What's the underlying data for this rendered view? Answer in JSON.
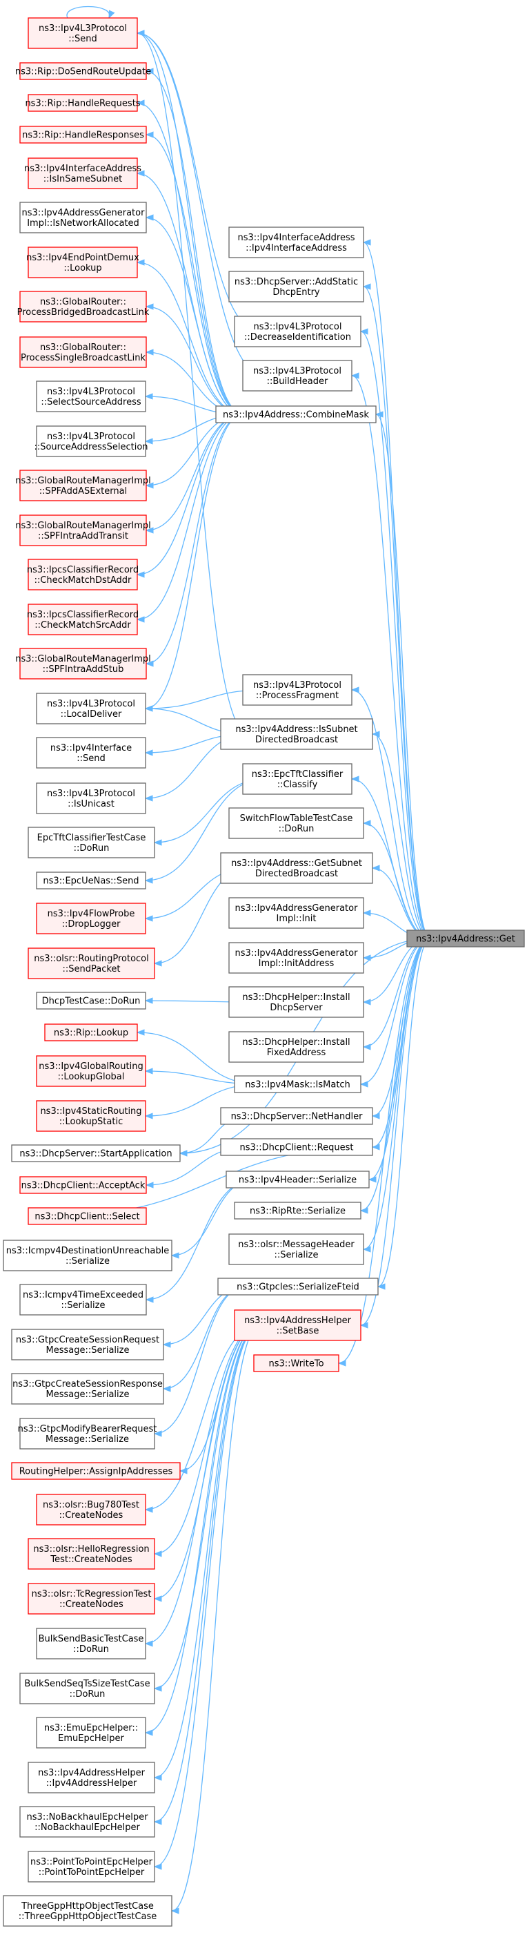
{
  "colors": {
    "edge": "#63b8ff",
    "node_border_normal": "#666666",
    "node_fill_normal": "#ffffff",
    "node_border_red": "#ff0000",
    "node_fill_red": "#fff0f0",
    "node_fill_target": "#999999",
    "node_border_target": "#666666"
  },
  "target": {
    "id": "get",
    "lines": [
      "ns3::Ipv4Address::Get"
    ]
  },
  "nodes": [
    {
      "id": "l3send",
      "lines": [
        "ns3::Ipv4L3Protocol",
        "::Send"
      ],
      "style": "red"
    },
    {
      "id": "ripupd",
      "lines": [
        "ns3::Rip::DoSendRouteUpdate"
      ],
      "style": "red"
    },
    {
      "id": "riphreq",
      "lines": [
        "ns3::Rip::HandleRequests"
      ],
      "style": "red"
    },
    {
      "id": "riphresp",
      "lines": [
        "ns3::Rip::HandleResponses"
      ],
      "style": "red"
    },
    {
      "id": "ifaddrsame",
      "lines": [
        "ns3::Ipv4InterfaceAddress",
        "::IsInSameSubnet"
      ],
      "style": "red"
    },
    {
      "id": "agnetalloc",
      "lines": [
        "ns3::Ipv4AddressGenerator",
        "Impl::IsNetworkAllocated"
      ],
      "style": "normal"
    },
    {
      "id": "epdemux",
      "lines": [
        "ns3::Ipv4EndPointDemux",
        "::Lookup"
      ],
      "style": "red"
    },
    {
      "id": "grbridged",
      "lines": [
        "ns3::GlobalRouter::",
        "ProcessBridgedBroadcastLink"
      ],
      "style": "red"
    },
    {
      "id": "grsingle",
      "lines": [
        "ns3::GlobalRouter::",
        "ProcessSingleBroadcastLink"
      ],
      "style": "red"
    },
    {
      "id": "l3selsrc",
      "lines": [
        "ns3::Ipv4L3Protocol",
        "::SelectSourceAddress"
      ],
      "style": "normal"
    },
    {
      "id": "l3srcsel",
      "lines": [
        "ns3::Ipv4L3Protocol",
        "::SourceAddressSelection"
      ],
      "style": "normal"
    },
    {
      "id": "grmext",
      "lines": [
        "ns3::GlobalRouteManagerImpl",
        "::SPFAddASExternal"
      ],
      "style": "red"
    },
    {
      "id": "grmintra",
      "lines": [
        "ns3::GlobalRouteManagerImpl",
        "::SPFIntraAddTransit"
      ],
      "style": "red"
    },
    {
      "id": "ipcsdst",
      "lines": [
        "ns3::IpcsClassifierRecord",
        "::CheckMatchDstAddr"
      ],
      "style": "red"
    },
    {
      "id": "ipcssrc",
      "lines": [
        "ns3::IpcsClassifierRecord",
        "::CheckMatchSrcAddr"
      ],
      "style": "red"
    },
    {
      "id": "grmstub",
      "lines": [
        "ns3::GlobalRouteManagerImpl",
        "::SPFIntraAddStub"
      ],
      "style": "red"
    },
    {
      "id": "l3local",
      "lines": [
        "ns3::Ipv4L3Protocol",
        "::LocalDeliver"
      ],
      "style": "normal"
    },
    {
      "id": "ifsend",
      "lines": [
        "ns3::Ipv4Interface",
        "::Send"
      ],
      "style": "normal"
    },
    {
      "id": "l3unicast",
      "lines": [
        "ns3::Ipv4L3Protocol",
        "::IsUnicast"
      ],
      "style": "normal"
    },
    {
      "id": "epctftcase",
      "lines": [
        "EpcTftClassifierTestCase",
        "::DoRun"
      ],
      "style": "normal"
    },
    {
      "id": "epcuenas",
      "lines": [
        "ns3::EpcUeNas::Send"
      ],
      "style": "normal"
    },
    {
      "id": "flowprobe",
      "lines": [
        "ns3::Ipv4FlowProbe",
        "::DropLogger"
      ],
      "style": "red"
    },
    {
      "id": "olsrsend",
      "lines": [
        "ns3::olsr::RoutingProtocol",
        "::SendPacket"
      ],
      "style": "red"
    },
    {
      "id": "dhcptest",
      "lines": [
        "DhcpTestCase::DoRun"
      ],
      "style": "normal"
    },
    {
      "id": "riplookup",
      "lines": [
        "ns3::Rip::Lookup"
      ],
      "style": "red"
    },
    {
      "id": "globlookup",
      "lines": [
        "ns3::Ipv4GlobalRouting",
        "::LookupGlobal"
      ],
      "style": "red"
    },
    {
      "id": "statlookup",
      "lines": [
        "ns3::Ipv4StaticRouting",
        "::LookupStatic"
      ],
      "style": "red"
    },
    {
      "id": "dhcpstart",
      "lines": [
        "ns3::DhcpServer::StartApplication"
      ],
      "style": "normal"
    },
    {
      "id": "dhcpack",
      "lines": [
        "ns3::DhcpClient::AcceptAck"
      ],
      "style": "red"
    },
    {
      "id": "dhcpselect",
      "lines": [
        "ns3::DhcpClient::Select"
      ],
      "style": "red"
    },
    {
      "id": "icmpunreach",
      "lines": [
        "ns3::Icmpv4DestinationUnreachable",
        "::Serialize"
      ],
      "style": "normal"
    },
    {
      "id": "icmptime",
      "lines": [
        "ns3::Icmpv4TimeExceeded",
        "::Serialize"
      ],
      "style": "normal"
    },
    {
      "id": "gtpccreate",
      "lines": [
        "ns3::GtpcCreateSessionRequest",
        "Message::Serialize"
      ],
      "style": "normal"
    },
    {
      "id": "gtpcresp",
      "lines": [
        "ns3::GtpcCreateSessionResponse",
        "Message::Serialize"
      ],
      "style": "normal"
    },
    {
      "id": "gtpcmodify",
      "lines": [
        "ns3::GtpcModifyBearerRequest",
        "Message::Serialize"
      ],
      "style": "normal"
    },
    {
      "id": "routinghelper",
      "lines": [
        "RoutingHelper::AssignIpAddresses"
      ],
      "style": "red"
    },
    {
      "id": "olsrbug",
      "lines": [
        "ns3::olsr::Bug780Test",
        "::CreateNodes"
      ],
      "style": "red"
    },
    {
      "id": "olsrhello",
      "lines": [
        "ns3::olsr::HelloRegression",
        "Test::CreateNodes"
      ],
      "style": "red"
    },
    {
      "id": "olsrtc",
      "lines": [
        "ns3::olsr::TcRegressionTest",
        "::CreateNodes"
      ],
      "style": "red"
    },
    {
      "id": "bulkbasic",
      "lines": [
        "BulkSendBasicTestCase",
        "::DoRun"
      ],
      "style": "normal"
    },
    {
      "id": "bulkseq",
      "lines": [
        "BulkSendSeqTsSizeTestCase",
        "::DoRun"
      ],
      "style": "normal"
    },
    {
      "id": "emuepc",
      "lines": [
        "ns3::EmuEpcHelper::",
        "EmuEpcHelper"
      ],
      "style": "normal"
    },
    {
      "id": "ipv4addrhelper",
      "lines": [
        "ns3::Ipv4AddressHelper",
        "::Ipv4AddressHelper"
      ],
      "style": "normal"
    },
    {
      "id": "nobackhaul",
      "lines": [
        "ns3::NoBackhaulEpcHelper",
        "::NoBackhaulEpcHelper"
      ],
      "style": "normal"
    },
    {
      "id": "p2pepc",
      "lines": [
        "ns3::PointToPointEpcHelper",
        "::PointToPointEpcHelper"
      ],
      "style": "normal"
    },
    {
      "id": "threegpp",
      "lines": [
        "ThreeGppHttpObjectTestCase",
        "::ThreeGppHttpObjectTestCase"
      ],
      "style": "normal"
    },
    {
      "id": "ifaddrctor",
      "lines": [
        "ns3::Ipv4InterfaceAddress",
        "::Ipv4InterfaceAddress"
      ],
      "style": "normal"
    },
    {
      "id": "dhcpstatic",
      "lines": [
        "ns3::DhcpServer::AddStatic",
        "DhcpEntry"
      ],
      "style": "normal"
    },
    {
      "id": "l3decrid",
      "lines": [
        "ns3::Ipv4L3Protocol",
        "::DecreaseIdentification"
      ],
      "style": "normal"
    },
    {
      "id": "l3buildhdr",
      "lines": [
        "ns3::Ipv4L3Protocol",
        "::BuildHeader"
      ],
      "style": "normal"
    },
    {
      "id": "combinemask",
      "lines": [
        "ns3::Ipv4Address::CombineMask"
      ],
      "style": "normal"
    },
    {
      "id": "l3procfrag",
      "lines": [
        "ns3::Ipv4L3Protocol",
        "::ProcessFragment"
      ],
      "style": "normal"
    },
    {
      "id": "issubnetbc",
      "lines": [
        "ns3::Ipv4Address::IsSubnet",
        "DirectedBroadcast"
      ],
      "style": "normal"
    },
    {
      "id": "epctftclassify",
      "lines": [
        "ns3::EpcTftClassifier",
        "::Classify"
      ],
      "style": "normal"
    },
    {
      "id": "switchflow",
      "lines": [
        "SwitchFlowTableTestCase",
        "::DoRun"
      ],
      "style": "normal"
    },
    {
      "id": "getsubnetbc",
      "lines": [
        "ns3::Ipv4Address::GetSubnet",
        "DirectedBroadcast"
      ],
      "style": "normal"
    },
    {
      "id": "aginit",
      "lines": [
        "ns3::Ipv4AddressGenerator",
        "Impl::Init"
      ],
      "style": "normal"
    },
    {
      "id": "aginitaddr",
      "lines": [
        "ns3::Ipv4AddressGenerator",
        "Impl::InitAddress"
      ],
      "style": "normal"
    },
    {
      "id": "dhcphelperserver",
      "lines": [
        "ns3::DhcpHelper::Install",
        "DhcpServer"
      ],
      "style": "normal"
    },
    {
      "id": "dhcphelperfixed",
      "lines": [
        "ns3::DhcpHelper::Install",
        "FixedAddress"
      ],
      "style": "normal"
    },
    {
      "id": "maskismatch",
      "lines": [
        "ns3::Ipv4Mask::IsMatch"
      ],
      "style": "normal"
    },
    {
      "id": "dhcpnethandler",
      "lines": [
        "ns3::DhcpServer::NetHandler"
      ],
      "style": "normal"
    },
    {
      "id": "dhcprequest",
      "lines": [
        "ns3::DhcpClient::Request"
      ],
      "style": "normal"
    },
    {
      "id": "ipv4hdrser",
      "lines": [
        "ns3::Ipv4Header::Serialize"
      ],
      "style": "normal"
    },
    {
      "id": "riprte",
      "lines": [
        "ns3::RipRte::Serialize"
      ],
      "style": "normal"
    },
    {
      "id": "olsrmsghdr",
      "lines": [
        "ns3::olsr::MessageHeader",
        "::Serialize"
      ],
      "style": "normal"
    },
    {
      "id": "gtpcfteid",
      "lines": [
        "ns3::GtpcIes::SerializeFteid"
      ],
      "style": "normal"
    },
    {
      "id": "setbase",
      "lines": [
        "ns3::Ipv4AddressHelper",
        "::SetBase"
      ],
      "style": "red"
    },
    {
      "id": "writeto",
      "lines": [
        "ns3::WriteTo"
      ],
      "style": "red"
    }
  ],
  "edges": [
    [
      "l3send",
      "l3send"
    ],
    [
      "l3send",
      "combinemask"
    ],
    [
      "ripupd",
      "combinemask"
    ],
    [
      "riphreq",
      "combinemask"
    ],
    [
      "riphresp",
      "combinemask"
    ],
    [
      "ifaddrsame",
      "combinemask"
    ],
    [
      "agnetalloc",
      "combinemask"
    ],
    [
      "epdemux",
      "combinemask"
    ],
    [
      "grbridged",
      "combinemask"
    ],
    [
      "grsingle",
      "combinemask"
    ],
    [
      "l3selsrc",
      "combinemask"
    ],
    [
      "l3srcsel",
      "combinemask"
    ],
    [
      "grmext",
      "combinemask"
    ],
    [
      "grmintra",
      "combinemask"
    ],
    [
      "ipcsdst",
      "combinemask"
    ],
    [
      "ipcssrc",
      "combinemask"
    ],
    [
      "grmstub",
      "combinemask"
    ],
    [
      "l3local",
      "combinemask"
    ],
    [
      "l3send",
      "l3decrid"
    ],
    [
      "l3send",
      "l3buildhdr"
    ],
    [
      "l3local",
      "l3procfrag"
    ],
    [
      "l3local",
      "issubnetbc"
    ],
    [
      "ifsend",
      "issubnetbc"
    ],
    [
      "l3unicast",
      "issubnetbc"
    ],
    [
      "l3send",
      "issubnetbc"
    ],
    [
      "epctftcase",
      "epctftclassify"
    ],
    [
      "epcuenas",
      "epctftclassify"
    ],
    [
      "flowprobe",
      "getsubnetbc"
    ],
    [
      "olsrsend",
      "getsubnetbc"
    ],
    [
      "dhcptest",
      "dhcphelperserver"
    ],
    [
      "riplookup",
      "maskismatch"
    ],
    [
      "globlookup",
      "maskismatch"
    ],
    [
      "statlookup",
      "maskismatch"
    ],
    [
      "dhcpstart",
      "dhcpnethandler"
    ],
    [
      "dhcpack",
      "dhcprequest"
    ],
    [
      "dhcprequest",
      "dhcpselect"
    ],
    [
      "icmpunreach",
      "ipv4hdrser"
    ],
    [
      "icmptime",
      "ipv4hdrser"
    ],
    [
      "gtpccreate",
      "gtpcfteid"
    ],
    [
      "gtpcresp",
      "gtpcfteid"
    ],
    [
      "gtpcmodify",
      "gtpcfteid"
    ],
    [
      "routinghelper",
      "setbase"
    ],
    [
      "olsrbug",
      "setbase"
    ],
    [
      "olsrhello",
      "setbase"
    ],
    [
      "olsrtc",
      "setbase"
    ],
    [
      "bulkbasic",
      "setbase"
    ],
    [
      "bulkseq",
      "setbase"
    ],
    [
      "emuepc",
      "setbase"
    ],
    [
      "ipv4addrhelper",
      "setbase"
    ],
    [
      "nobackhaul",
      "setbase"
    ],
    [
      "p2pepc",
      "setbase"
    ],
    [
      "threegpp",
      "setbase"
    ],
    [
      "ifaddrctor",
      "get"
    ],
    [
      "dhcpstatic",
      "get"
    ],
    [
      "l3decrid",
      "get"
    ],
    [
      "l3buildhdr",
      "get"
    ],
    [
      "combinemask",
      "get"
    ],
    [
      "l3procfrag",
      "get"
    ],
    [
      "issubnetbc",
      "get"
    ],
    [
      "epctftclassify",
      "get"
    ],
    [
      "switchflow",
      "get"
    ],
    [
      "getsubnetbc",
      "get"
    ],
    [
      "aginit",
      "get"
    ],
    [
      "aginitaddr",
      "get"
    ],
    [
      "dhcphelperserver",
      "get"
    ],
    [
      "dhcphelperfixed",
      "get"
    ],
    [
      "maskismatch",
      "get"
    ],
    [
      "dhcpnethandler",
      "get"
    ],
    [
      "dhcpstart",
      "get"
    ],
    [
      "dhcprequest",
      "get"
    ],
    [
      "ipv4hdrser",
      "get"
    ],
    [
      "riprte",
      "get"
    ],
    [
      "olsrmsghdr",
      "get"
    ],
    [
      "gtpcfteid",
      "get"
    ],
    [
      "setbase",
      "get"
    ],
    [
      "writeto",
      "get"
    ]
  ]
}
